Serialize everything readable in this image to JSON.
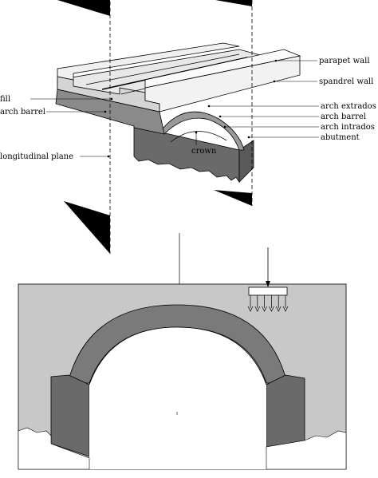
{
  "top_labels": {
    "parapet_wall": "parapet wall",
    "spandrel_wall": "spandrel wall",
    "arch_extrados": "arch extrados",
    "arch_barrel_right": "arch barrel",
    "arch_intrados": "arch intrados",
    "abutment": "abutment",
    "fill": "fill",
    "arch_barrel_left": "arch barrel",
    "crown": "crown",
    "longitudinal_plane": "longitudinal plane"
  },
  "colors": {
    "section_grey": "#c8c8c8",
    "arch_dark": "#7a7a7a",
    "abutment_dark": "#6a6a6a",
    "fill_light": "#d6d6d6",
    "road_light": "#e4e4e4",
    "outline": "#000000"
  },
  "load": {
    "arrow_count": 6
  }
}
